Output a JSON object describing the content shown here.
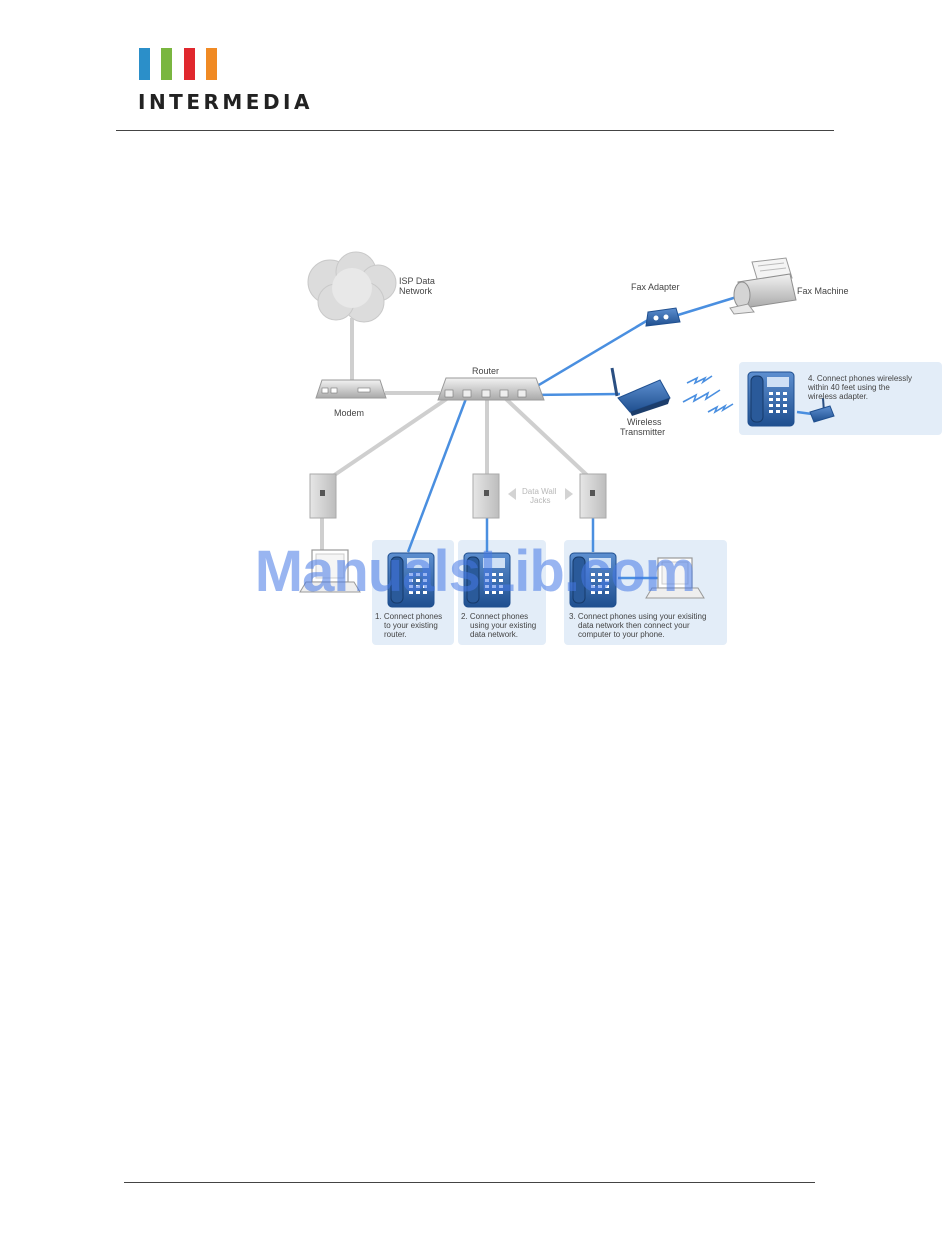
{
  "header": {
    "logo_text": "INTERMEDIA",
    "logo_colors": [
      "#2b8fc9",
      "#7ab640",
      "#e0282e",
      "#f08a24"
    ]
  },
  "diagram": {
    "isp_label_line1": "ISP Data",
    "isp_label_line2": "Network",
    "modem_label": "Modem",
    "router_label": "Router",
    "fax_adapter_label": "Fax Adapter",
    "fax_machine_label": "Fax Machine",
    "wireless_label_line1": "Wireless",
    "wireless_label_line2": "Transmitter",
    "wall_jacks_line1": "Data Wall",
    "wall_jacks_line2": "Jacks",
    "note4": [
      "4. Connect phones wirelessly",
      "within 40 feet using the",
      "wireless adapter."
    ],
    "note1": [
      "1. Connect phones",
      "to your existing",
      "router."
    ],
    "note2": [
      "2. Connect phones",
      "using your existing",
      "data network."
    ],
    "note3": [
      "3. Connect phones using your exisiting",
      "data network then connect your",
      "computer to your phone."
    ],
    "colors": {
      "link_blue": "#4a8fe0",
      "panel_blue": "#e3edf8",
      "cable_gray": "#cfcfcf",
      "phone_blue": "#2a5a9a"
    }
  },
  "watermark": "ManualsLib.com"
}
